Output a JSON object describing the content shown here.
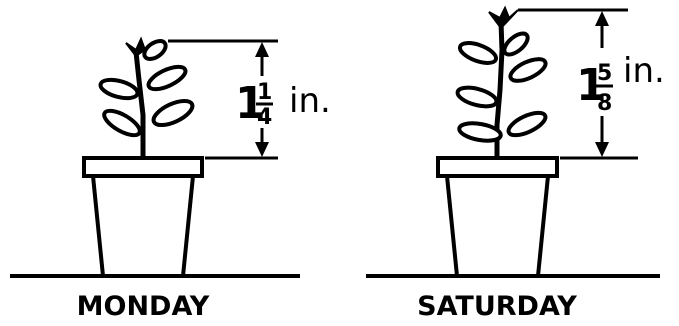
{
  "panels": [
    {
      "day": "MONDAY",
      "height": {
        "whole": "1",
        "numerator": "1",
        "denominator": "4",
        "unit": "in."
      }
    },
    {
      "day": "SATURDAY",
      "height": {
        "whole": "1",
        "numerator": "5",
        "denominator": "8",
        "unit": "in."
      }
    }
  ]
}
